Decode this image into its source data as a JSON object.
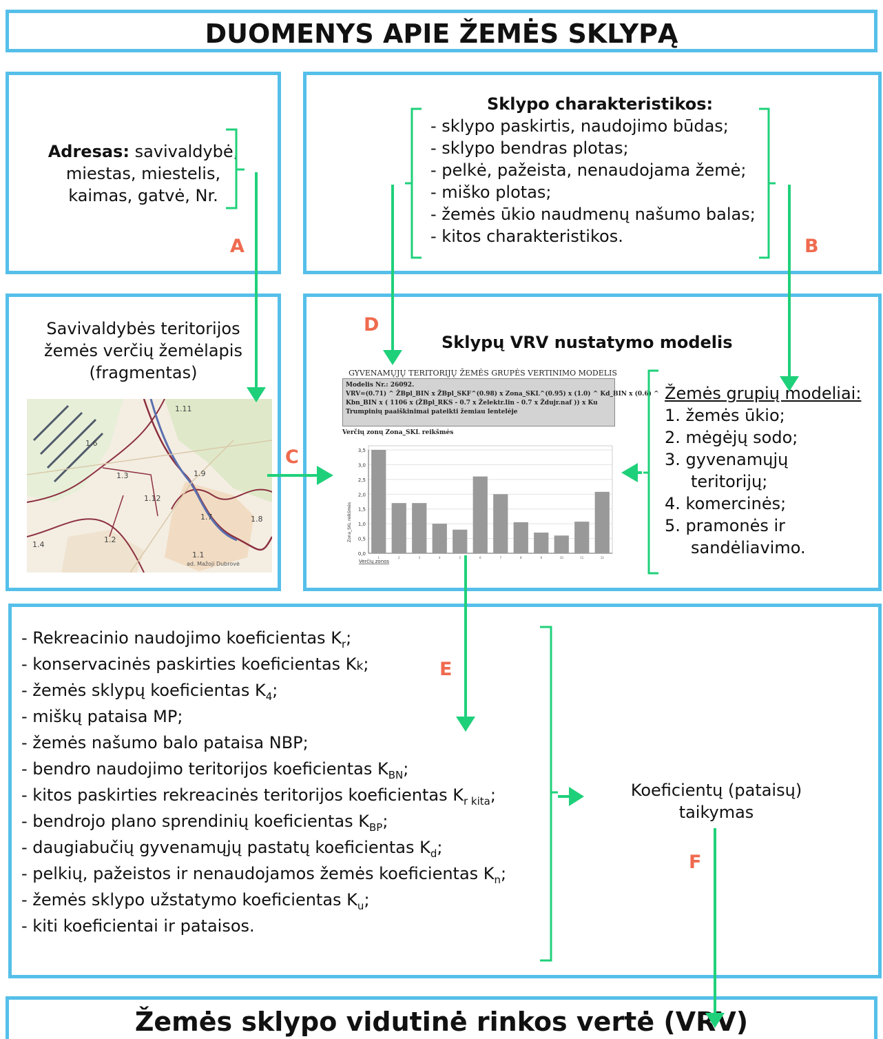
{
  "title": "DUOMENYS APIE ŽEMĖS SKLYPĄ",
  "address": {
    "label": "Adresas:",
    "rest": " savivaldybė,",
    "line2": "miestas, miestelis,",
    "line3": "kaimas, gatvė, Nr."
  },
  "characteristics": {
    "title": "Sklypo charakteristikos:",
    "items": [
      "- sklypo paskirtis, naudojimo būdas;",
      "- sklypo bendras plotas;",
      "- pelkė, pažeista, nenaudojama žemė;",
      "- miško plotas;",
      "- žemės ūkio naudmenų našumo balas;",
      "- kitos charakteristikos."
    ]
  },
  "map": {
    "title_lines": [
      "Savivaldybės teritorijos",
      "žemės verčių žemėlapis",
      "(fragmentas)"
    ],
    "zone_labels": [
      "1.11",
      "1.6",
      "1.3",
      "1.9",
      "1.12",
      "1.7",
      "1.8",
      "1.2",
      "1.4",
      "1.1"
    ],
    "street_label": "ad. Mažoji Dubrovė"
  },
  "model": {
    "title": "Sklypų VRV nustatymo modelis",
    "doc_title": "GYVENAMŲJŲ TERITORIJŲ ŽEMĖS GRUPĖS VERTINIMO MODELIS",
    "formula_lines": [
      "Modelis Nr.: 26092.",
      "VRV=(0.71) ^ ŽBpl_BIN x ŽBpl_SKF^(0.98) x  Zona_SKL^(0.95) x (1.0) ^ Kd_BIN x (0.6) ^",
      "Kbn_BIN x (  1106 x (ŽBpl_RKS  - 0.7 x Želektr.lin - 0.7 x Ždujr.naf )) x Ku",
      "Trumpinių paaiškinimai pateikti žemiau lentelėje"
    ],
    "chart_heading": "Verčių zonų Zona_SKL reikšmės"
  },
  "groups": {
    "title": "Žemės grupių modeliai:",
    "items": [
      [
        "1. žemės ūkio;"
      ],
      [
        "2. mėgėjų sodo;"
      ],
      [
        "3. gyvenamųjų",
        "teritorijų;"
      ],
      [
        "4. komercinės;"
      ],
      [
        "5. pramonės ir",
        "sandėliavimo."
      ]
    ]
  },
  "coefficients": [
    {
      "text": "- Rekreacinio naudojimo koeficientas K",
      "sub": "r",
      "end": ";"
    },
    {
      "text": "- konservacinės paskirties koeficientas K",
      "small": "k",
      "end": ";"
    },
    {
      "text": "- žemės sklypų koeficientas K",
      "sub": "4",
      "end": ";"
    },
    {
      "text": "- miškų pataisa MP;"
    },
    {
      "text": "- žemės našumo balo pataisa NBP;"
    },
    {
      "text": "- bendro naudojimo teritorijos koeficientas K",
      "sub": "BN",
      "end": ";"
    },
    {
      "text": "- kitos paskirties rekreacinės teritorijos koeficientas K",
      "sub": "r kita",
      "end": ";"
    },
    {
      "text": "- bendrojo plano sprendinių koeficientas K",
      "sub": "BP",
      "end": ";"
    },
    {
      "text": "- daugiabučių gyvenamųjų pastatų koeficientas K",
      "sub": "d",
      "end": ";"
    },
    {
      "text": "- pelkių, pažeistos ir nenaudojamos žemės koeficientas K",
      "sub": "n",
      "end": ";"
    },
    {
      "text": "- žemės sklypo užstatymo koeficientas K",
      "sub": "u",
      "end": ";"
    },
    {
      "text": "- kiti koeficientai ir pataisos."
    }
  ],
  "apply": {
    "line1": "Koeficientų (pataisų)",
    "line2": "taikymas"
  },
  "result": "Žemės sklypo vidutinė rinkos vertė (VRV)",
  "letters": [
    "A",
    "B",
    "C",
    "D",
    "E",
    "F"
  ],
  "colors": {
    "border": "#55bfe9",
    "arrow": "#1fd07a",
    "letter": "#ef6a4f",
    "bar": "#999999"
  },
  "chart_data": {
    "type": "bar",
    "categories": [
      "1",
      "2",
      "3",
      "4",
      "5",
      "6",
      "7",
      "8",
      "9",
      "10",
      "11",
      "12"
    ],
    "values": [
      3.5,
      1.7,
      1.7,
      1.0,
      0.8,
      2.6,
      2.0,
      1.05,
      0.7,
      0.6,
      1.07,
      2.08
    ],
    "ylim": [
      0,
      3.5
    ],
    "yticks": [
      "0,0",
      "0,5",
      "1,0",
      "1,5",
      "2,0",
      "2,5",
      "3,0",
      "3,5"
    ],
    "ylabel": "Zona_SKL reikšmės",
    "xlabel": "Verčių zonos"
  }
}
